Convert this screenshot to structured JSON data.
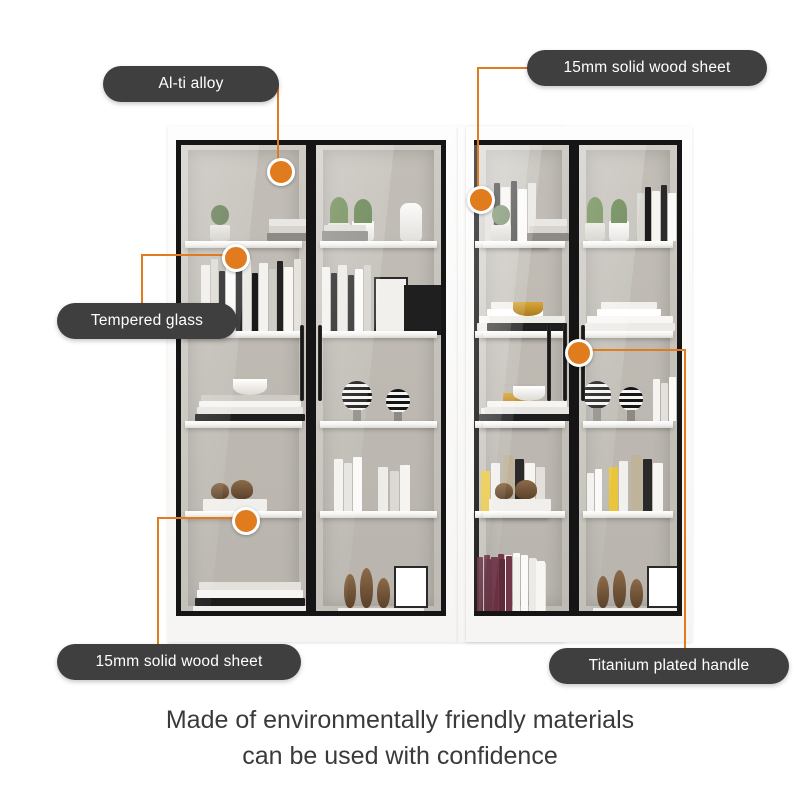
{
  "product": {
    "type": "glass-door bookcase / display cabinet",
    "units": 2,
    "shelf_rows": 5,
    "doors": 5
  },
  "theme": {
    "accent_orange": "#e07b1e",
    "pill_background": "#3f3f3f",
    "pill_text": "#ffffff",
    "frame_black": "#151515",
    "cabinet_white": "#fafafa",
    "caption_text": "#3a3a3a",
    "page_background": "#ffffff"
  },
  "callouts": [
    {
      "id": "al-ti-alloy",
      "label": "Al-ti alloy"
    },
    {
      "id": "solid-wood-top",
      "label": "15mm solid wood sheet"
    },
    {
      "id": "tempered-glass",
      "label": "Tempered glass"
    },
    {
      "id": "solid-wood-bottom",
      "label": "15mm solid wood sheet"
    },
    {
      "id": "titanium-plated-handle",
      "label": "Titanium plated handle"
    }
  ],
  "caption": {
    "line1": "Made of environmentally friendly materials",
    "line2": "can be used with confidence"
  }
}
